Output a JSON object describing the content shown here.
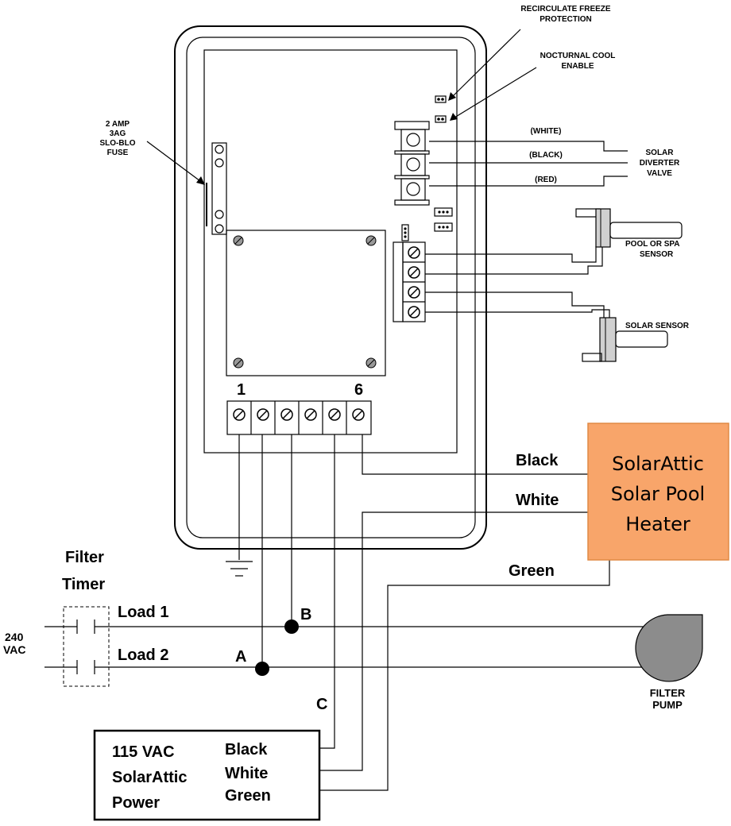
{
  "labels": {
    "recirculate": [
      "RECIRCULATE FREEZE",
      "PROTECTION"
    ],
    "nocturnal": [
      "NOCTURNAL COOL",
      "ENABLE"
    ],
    "fuse": [
      "2 AMP",
      "3AG",
      "SLO-BLO",
      "FUSE"
    ],
    "valve_wires": [
      "(WHITE)",
      "(BLACK)",
      "(RED)"
    ],
    "valve": [
      "SOLAR",
      "DIVERTER",
      "VALVE"
    ],
    "pool_sensor": [
      "POOL OR SPA",
      "SENSOR"
    ],
    "solar_sensor": "SOLAR SENSOR",
    "terminal_1": "1",
    "terminal_6": "6",
    "heater_black": "Black",
    "heater_white": "White",
    "heater_green": "Green",
    "heater_box": [
      "SolarAttic",
      "Solar Pool",
      "Heater"
    ],
    "filter_timer": [
      "Filter",
      "Timer"
    ],
    "load1": "Load 1",
    "load2": "Load 2",
    "vac240": [
      "240",
      "VAC"
    ],
    "point_a": "A",
    "point_b": "B",
    "point_c": "C",
    "pump": [
      "FILTER",
      "PUMP"
    ],
    "power_box": [
      "115 VAC",
      "SolarAttic",
      "Power"
    ],
    "power_wires": [
      "Black",
      "White",
      "Green"
    ]
  },
  "colors": {
    "heater_fill": "#F8A56A",
    "heater_stroke": "#E08A45",
    "pump_fill": "#8C8C8C",
    "screw_hatch": "#999999"
  }
}
